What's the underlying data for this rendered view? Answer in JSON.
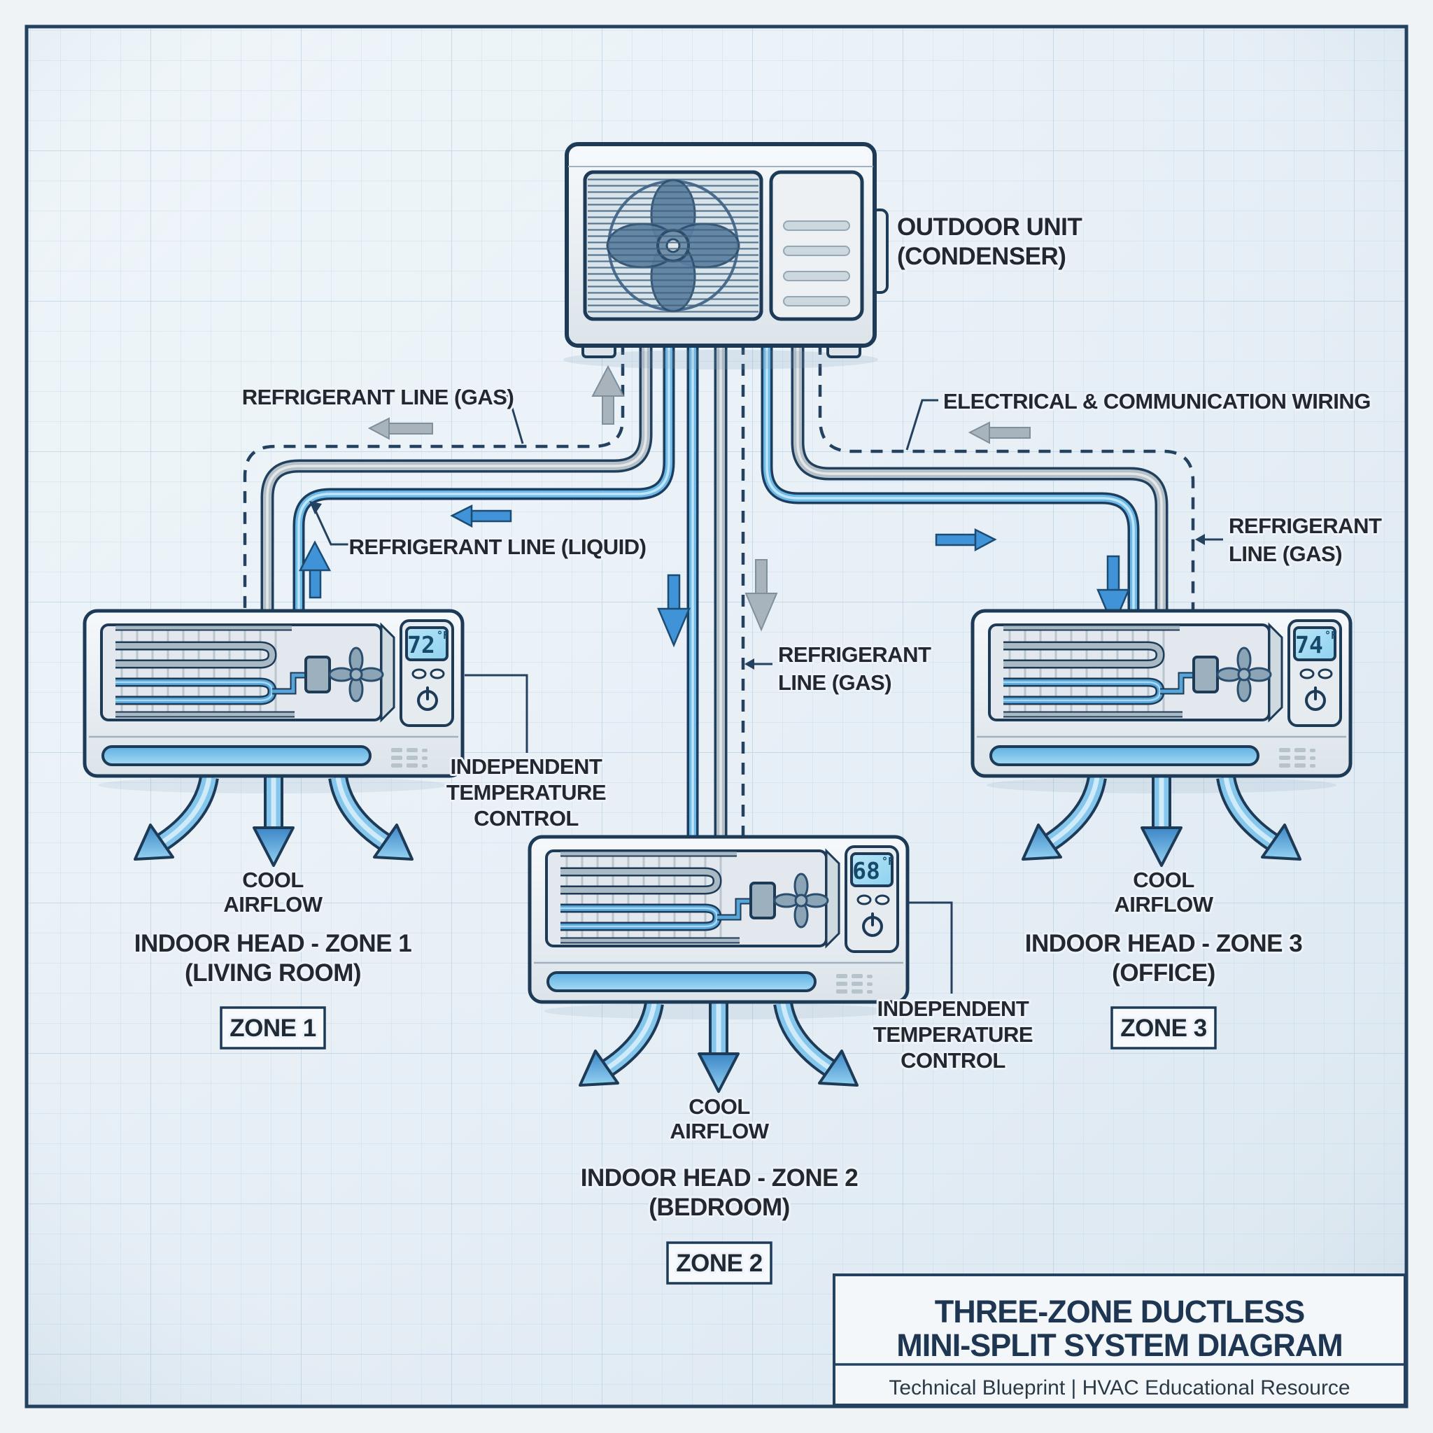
{
  "diagram": {
    "outdoor_unit": {
      "label_line1": "OUTDOOR UNIT",
      "label_line2": "(CONDENSER)"
    },
    "pipes": {
      "gas_left": "REFRIGERANT LINE (GAS)",
      "liquid_left": "REFRIGERANT LINE (LIQUID)",
      "electrical": "ELECTRICAL & COMMUNICATION WIRING",
      "gas_center_l1": "REFRIGERANT",
      "gas_center_l2": "LINE (GAS)",
      "gas_right_l1": "REFRIGERANT",
      "gas_right_l2": "LINE (GAS)"
    },
    "independent_control": {
      "l1": "INDEPENDENT",
      "l2": "TEMPERATURE",
      "l3": "CONTROL"
    },
    "airflow": {
      "l1": "COOL",
      "l2": "AIRFLOW"
    },
    "zones": [
      {
        "temp": "72",
        "temp_unit": "°F",
        "head": "INDOOR HEAD - ZONE 1",
        "room": "(LIVING ROOM)",
        "badge": "ZONE 1"
      },
      {
        "temp": "68",
        "temp_unit": "°F",
        "head": "INDOOR HEAD - ZONE 2",
        "room": "(BEDROOM)",
        "badge": "ZONE 2"
      },
      {
        "temp": "74",
        "temp_unit": "°F",
        "head": "INDOOR HEAD - ZONE 3",
        "room": "(OFFICE)",
        "badge": "ZONE 3"
      }
    ],
    "title_block": {
      "line1": "THREE-ZONE DUCTLESS",
      "line2": "MINI-SPLIT SYSTEM DIAGRAM",
      "subtitle": "Technical Blueprint | HVAC Educational Resource"
    },
    "colors": {
      "outline_navy": "#1d3a57",
      "pipe_blue": "#6db9e7",
      "pipe_gray": "#b6c0c7",
      "arrow_blue": "#3f93d6",
      "arrow_gray": "#a9b3bb",
      "lcd_blue": "#a5dcf3",
      "paper": "#e9f1f7"
    }
  }
}
